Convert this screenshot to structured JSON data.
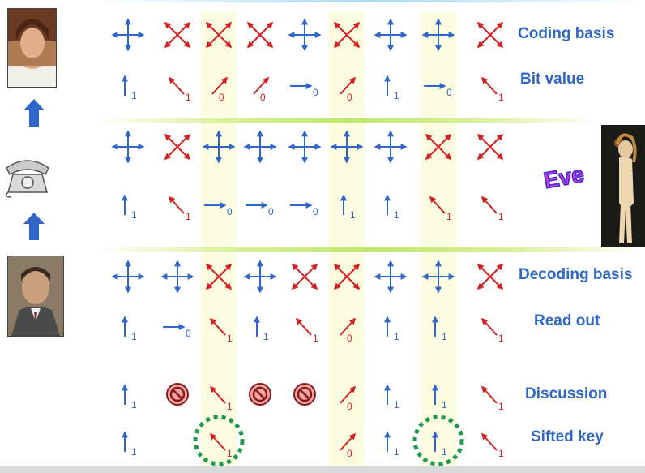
{
  "labels": {
    "coding_basis": "Coding basis",
    "bit_value": "Bit value",
    "decoding_basis": "Decoding basis",
    "read_out": "Read out",
    "discussion": "Discussion",
    "sifted_key": "Sifted key",
    "eve": "Eve"
  },
  "colors": {
    "rect_basis": "#2f66c8",
    "diag_basis": "#d42020",
    "label": "#2f66c8",
    "highlight": "#fcfce0",
    "key_circle": "#1f9a4a"
  },
  "columns": 9,
  "highlight_columns": [
    3,
    6,
    8
  ],
  "alice": {
    "coding_basis": [
      "+",
      "x",
      "x",
      "x",
      "+",
      "x",
      "+",
      "+",
      "x"
    ],
    "bit_value": [
      {
        "dir": "up",
        "bit": "1"
      },
      {
        "dir": "nw",
        "bit": "1"
      },
      {
        "dir": "ne",
        "bit": "0"
      },
      {
        "dir": "ne",
        "bit": "0"
      },
      {
        "dir": "right",
        "bit": "0"
      },
      {
        "dir": "ne",
        "bit": "0"
      },
      {
        "dir": "up",
        "bit": "1"
      },
      {
        "dir": "right",
        "bit": "0"
      },
      {
        "dir": "nw",
        "bit": "1"
      }
    ]
  },
  "eve": {
    "basis": [
      "+",
      "x",
      "+",
      "+",
      "+",
      "+",
      "+",
      "x",
      "x"
    ],
    "bit_value": [
      {
        "dir": "up",
        "bit": "1"
      },
      {
        "dir": "nw",
        "bit": "1"
      },
      {
        "dir": "right",
        "bit": "0"
      },
      {
        "dir": "right",
        "bit": "0"
      },
      {
        "dir": "right",
        "bit": "0"
      },
      {
        "dir": "up",
        "bit": "1"
      },
      {
        "dir": "up",
        "bit": "1"
      },
      {
        "dir": "nw",
        "bit": "1"
      },
      {
        "dir": "nw",
        "bit": "1"
      }
    ]
  },
  "bob": {
    "decoding_basis": [
      "+",
      "+",
      "x",
      "+",
      "x",
      "x",
      "+",
      "+",
      "x"
    ],
    "read_out": [
      {
        "dir": "up",
        "bit": "1"
      },
      {
        "dir": "right",
        "bit": "0"
      },
      {
        "dir": "nw",
        "bit": "1"
      },
      {
        "dir": "up",
        "bit": "1"
      },
      {
        "dir": "nw",
        "bit": "1"
      },
      {
        "dir": "ne",
        "bit": "0"
      },
      {
        "dir": "up",
        "bit": "1"
      },
      {
        "dir": "up",
        "bit": "1"
      },
      {
        "dir": "nw",
        "bit": "1"
      }
    ],
    "discussion": [
      {
        "dir": "up",
        "bit": "1"
      },
      {
        "dir": "none",
        "bit": ""
      },
      {
        "dir": "nw",
        "bit": "1"
      },
      {
        "dir": "none",
        "bit": ""
      },
      {
        "dir": "none",
        "bit": ""
      },
      {
        "dir": "ne",
        "bit": "0"
      },
      {
        "dir": "up",
        "bit": "1"
      },
      {
        "dir": "up",
        "bit": "1"
      },
      {
        "dir": "nw",
        "bit": "1"
      }
    ],
    "discussion_rejected": [
      2,
      4,
      5
    ],
    "sifted_key": [
      {
        "dir": "up",
        "bit": "1"
      },
      {
        "dir": "none",
        "bit": ""
      },
      {
        "dir": "nw",
        "bit": "1"
      },
      {
        "dir": "none",
        "bit": ""
      },
      {
        "dir": "none",
        "bit": ""
      },
      {
        "dir": "ne",
        "bit": "0"
      },
      {
        "dir": "up",
        "bit": "1"
      },
      {
        "dir": "up",
        "bit": "1"
      },
      {
        "dir": "nw",
        "bit": "1"
      }
    ],
    "sifted_error_columns": [
      3,
      8
    ]
  }
}
